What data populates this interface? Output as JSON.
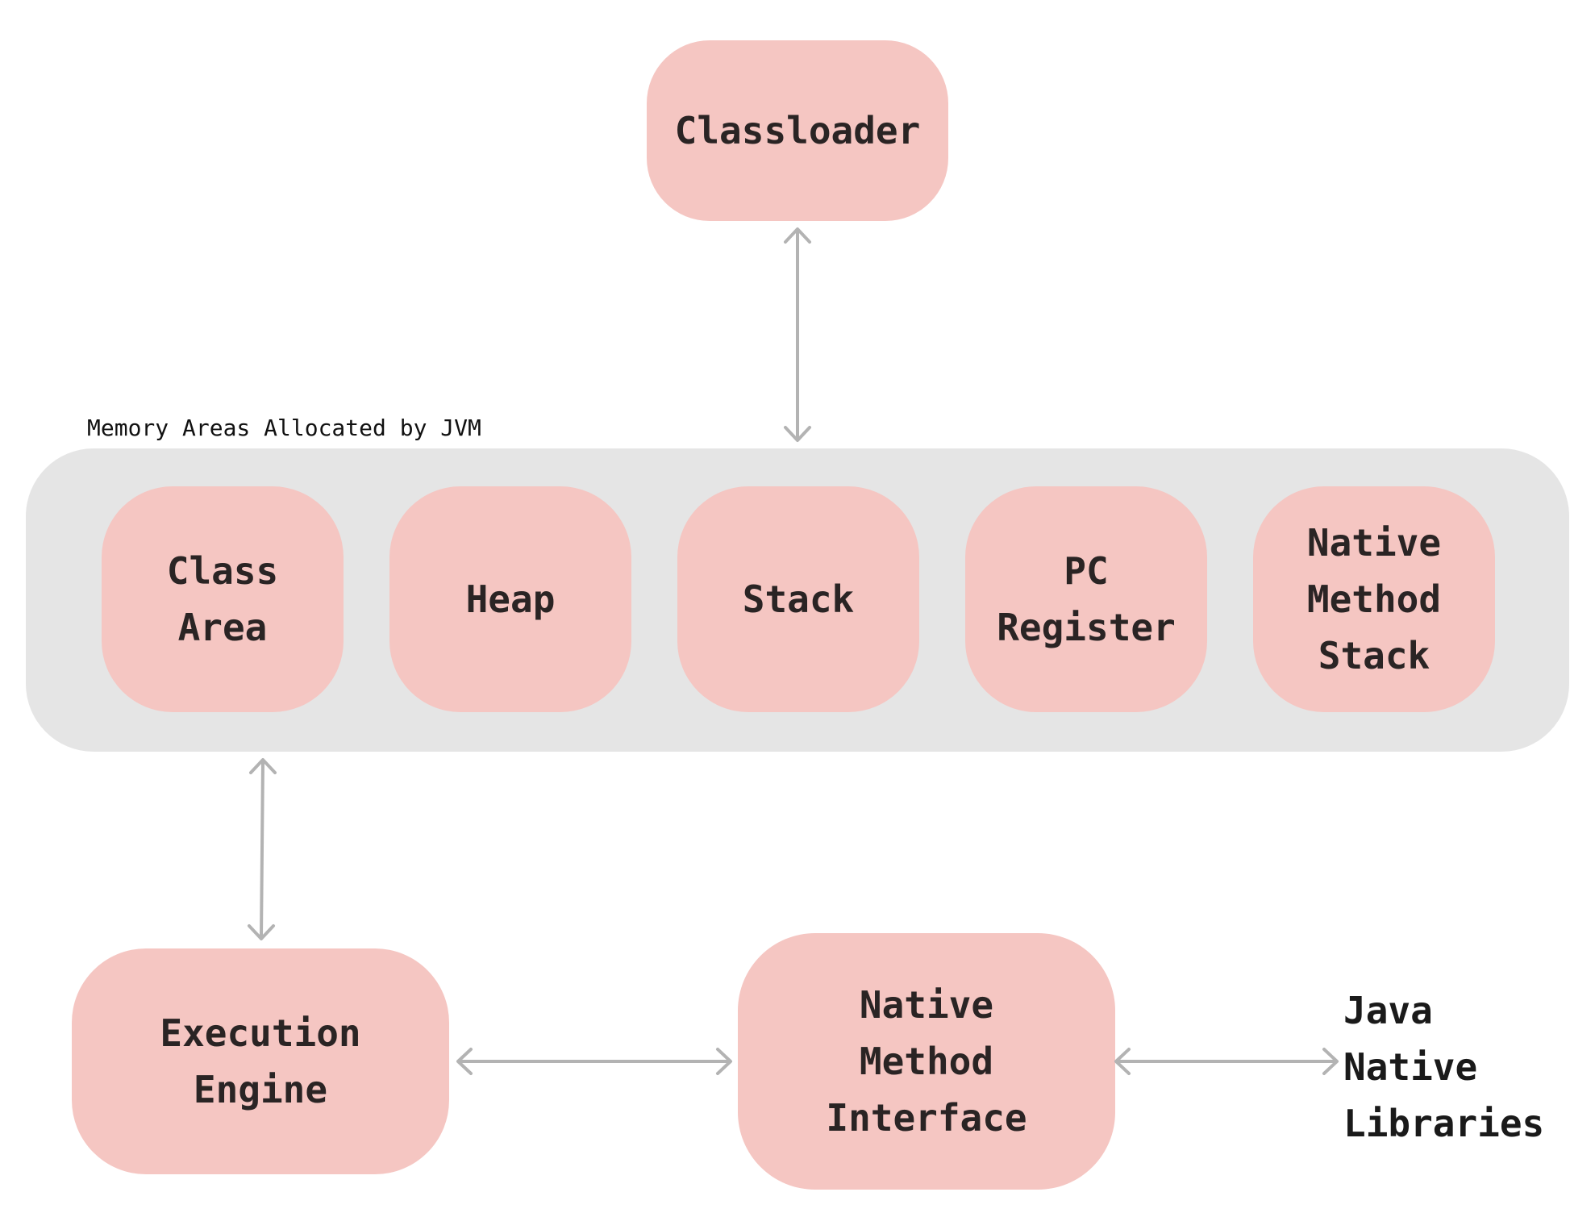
{
  "diagram": {
    "classloader": "Classloader",
    "memory_caption": "Memory Areas Allocated by JVM",
    "memory_areas": [
      "Class\nArea",
      "Heap",
      "Stack",
      "PC\nRegister",
      "Native\nMethod\nStack"
    ],
    "execution_engine": "Execution\nEngine",
    "native_interface": "Native\nMethod\nInterface",
    "native_libraries": "Java\nNative\nLibraries"
  },
  "colors": {
    "node_fill": "#f5c6c2",
    "panel_fill": "#e5e5e5",
    "arrow": "#b3b3b3",
    "text": "#2a2424"
  }
}
